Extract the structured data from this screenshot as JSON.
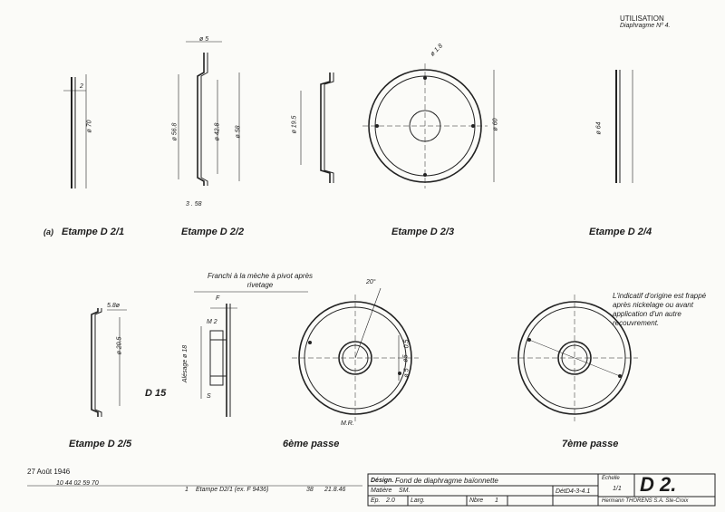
{
  "header": {
    "usage_title": "UTILISATION",
    "usage_sub": "Diaphragme  Nº 4."
  },
  "labels": {
    "d21": "Etampe D 2/1",
    "d21_mark": "(a)",
    "d22": "Etampe D 2/2",
    "d23": "Etampe D 2/3",
    "d24": "Etampe D 2/4",
    "d25": "Etampe D 2/5",
    "pass6": "6ème passe",
    "pass7": "7ème passe",
    "d15": "D 15"
  },
  "dims": {
    "d21_thk": "2",
    "d21_dia": "ø 70",
    "d22_top": "ø 5",
    "d22_a": "ø 56.8",
    "d22_b": "ø 42.8",
    "d22_c": "ø 58",
    "d22_bot": "3 . 58",
    "d23_left": "ø 19.5",
    "d23_hole": "ø 1.8",
    "d23_dia": "ø 60",
    "d24_dia": "ø 64",
    "d25_top": "5.8ø",
    "d25_dia": "ø 20.5",
    "sec_f": "F",
    "sec_m2": "M 2",
    "sec_dia": "Alésage ø 18",
    "sec_s": "S",
    "p6_angle": "20°",
    "p6_a": "0.5",
    "p6_b": "ø5",
    "p6_c": "ø 5",
    "p6_mr": "M.R."
  },
  "notes": {
    "franchi": "Franchi à la mèche à pivot après rivetage",
    "indicatif": "L'indicatif d'origine est frappé après nickelage ou avant application d'un autre recouvrement."
  },
  "revision": {
    "date": "27 Août 1946",
    "ref": "10  44  02  59  70",
    "num": "1",
    "desc": "Etampe D2/1 (ex. F 9436)",
    "code": "38",
    "rdate": "21.8.46"
  },
  "title_block": {
    "designation_label": "Désign.",
    "designation": "Fond de diaphragme  baïonnette",
    "material_label": "Matière",
    "material": "SM.",
    "thk_label": "Ep.",
    "thk": "2.0",
    "width_label": "Larg.",
    "width": "",
    "qty_label": "Nbre",
    "qty": "1",
    "ref_label": "Dét.",
    "ref": "D4-3-4.1",
    "scale_label": "Echelle",
    "scale": "1/1",
    "drawing_no": "D 2.",
    "company": "Hermann THORENS S.A. Ste-Croix"
  }
}
